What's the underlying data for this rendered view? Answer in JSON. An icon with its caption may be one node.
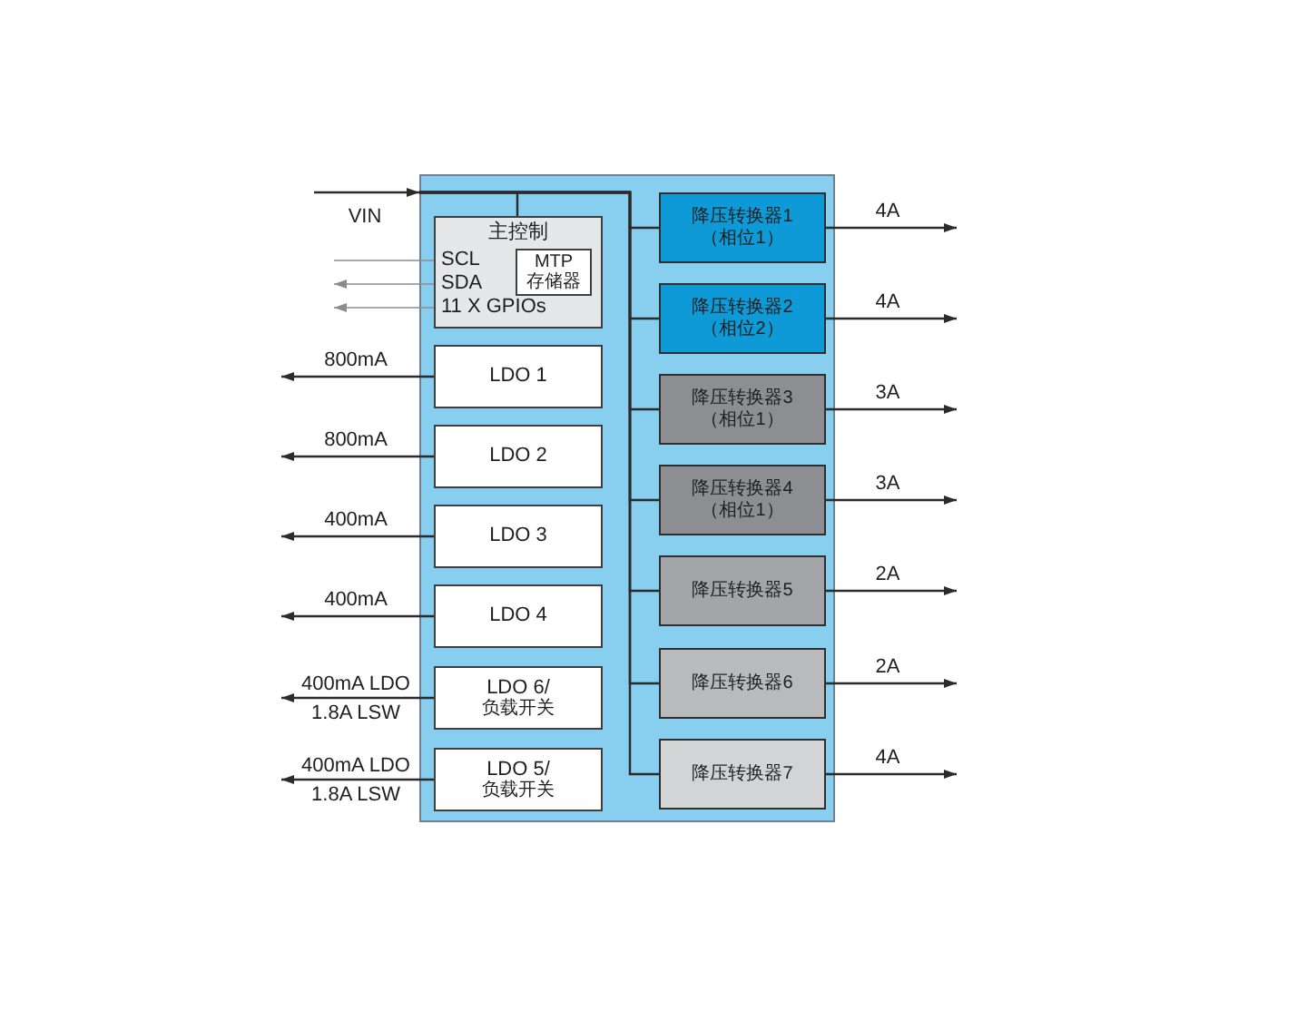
{
  "diagram": {
    "nodes": [
      {
        "text": [],
        "shape": "box"
      },
      {
        "text": [
          "主控制",
          "SCL",
          "SDA",
          "11 X GPIOs"
        ],
        "in": 0
      },
      {
        "text": [
          "MTP 存储器"
        ],
        "in": 1
      },
      {
        "text": [
          "LDO 1"
        ],
        "in": 0
      },
      {
        "text": [
          "LDO 2"
        ],
        "in": 0
      },
      {
        "text": [
          "LDO 3"
        ],
        "in": 0
      },
      {
        "text": [
          "LDO 4"
        ],
        "in": 0
      },
      {
        "text": [
          "LDO 6/",
          "负载开关"
        ],
        "in": 0
      },
      {
        "text": [
          "LDO 5/",
          "负载开关"
        ],
        "in": 0
      },
      {
        "text": [
          "降压转换器1",
          "（相位1）"
        ],
        "in": 0
      },
      {
        "text": [
          "降压转换器2",
          "（相位2）"
        ],
        "in": 0
      },
      {
        "text": [
          "降压转换器3",
          "（相位1）"
        ],
        "in": 0
      },
      {
        "text": [
          "降压转换器4",
          "（相位1）"
        ],
        "in": 0
      },
      {
        "text": [
          "降压转换器5"
        ],
        "in": 0
      },
      {
        "text": [
          "降压转换器6"
        ],
        "in": 0
      },
      {
        "text": [
          "降压转换器7"
        ],
        "in": 0
      }
    ],
    "edges": [
      {
        "from": null,
        "to": 0,
        "arrow": "to",
        "label": "VIN"
      },
      {
        "from": null,
        "to": 1,
        "arrow": "none",
        "color": "#8c8c8c"
      },
      {
        "from": 1,
        "to": null,
        "arrow": "to",
        "color": "#8c8c8c"
      },
      {
        "from": 1,
        "to": null,
        "arrow": "to",
        "color": "#8c8c8c"
      },
      {
        "from": 0,
        "to": 1,
        "arrow": "none"
      },
      {
        "from": 0,
        "to": 9,
        "arrow": "none"
      },
      {
        "from": 0,
        "to": 10,
        "arrow": "none"
      },
      {
        "from": 0,
        "to": 11,
        "arrow": "none"
      },
      {
        "from": 0,
        "to": 12,
        "arrow": "none"
      },
      {
        "from": 0,
        "to": 13,
        "arrow": "none"
      },
      {
        "from": 0,
        "to": 14,
        "arrow": "none"
      },
      {
        "from": 0,
        "to": 15,
        "arrow": "none"
      },
      {
        "from": 3,
        "to": null,
        "arrow": "to",
        "label": "800mA"
      },
      {
        "from": 4,
        "to": null,
        "arrow": "to",
        "label": "800mA"
      },
      {
        "from": 5,
        "to": null,
        "arrow": "to",
        "label": "400mA"
      },
      {
        "from": 6,
        "to": null,
        "arrow": "to",
        "label": "400mA"
      },
      {
        "from": 7,
        "to": null,
        "arrow": "to",
        "label": "400mA LDO 1.8A LSW"
      },
      {
        "from": 8,
        "to": null,
        "arrow": "to",
        "label": "400mA LDO 1.8A LSW"
      },
      {
        "from": 9,
        "to": null,
        "arrow": "to",
        "label": "4A"
      },
      {
        "from": 10,
        "to": null,
        "arrow": "to",
        "label": "4A"
      },
      {
        "from": 11,
        "to": null,
        "arrow": "to",
        "label": "3A"
      },
      {
        "from": 12,
        "to": null,
        "arrow": "to",
        "label": "3A"
      },
      {
        "from": 13,
        "to": null,
        "arrow": "to",
        "label": "2A"
      },
      {
        "from": 14,
        "to": null,
        "arrow": "to",
        "label": "2A"
      },
      {
        "from": 15,
        "to": null,
        "arrow": "to",
        "label": "4A"
      }
    ]
  }
}
